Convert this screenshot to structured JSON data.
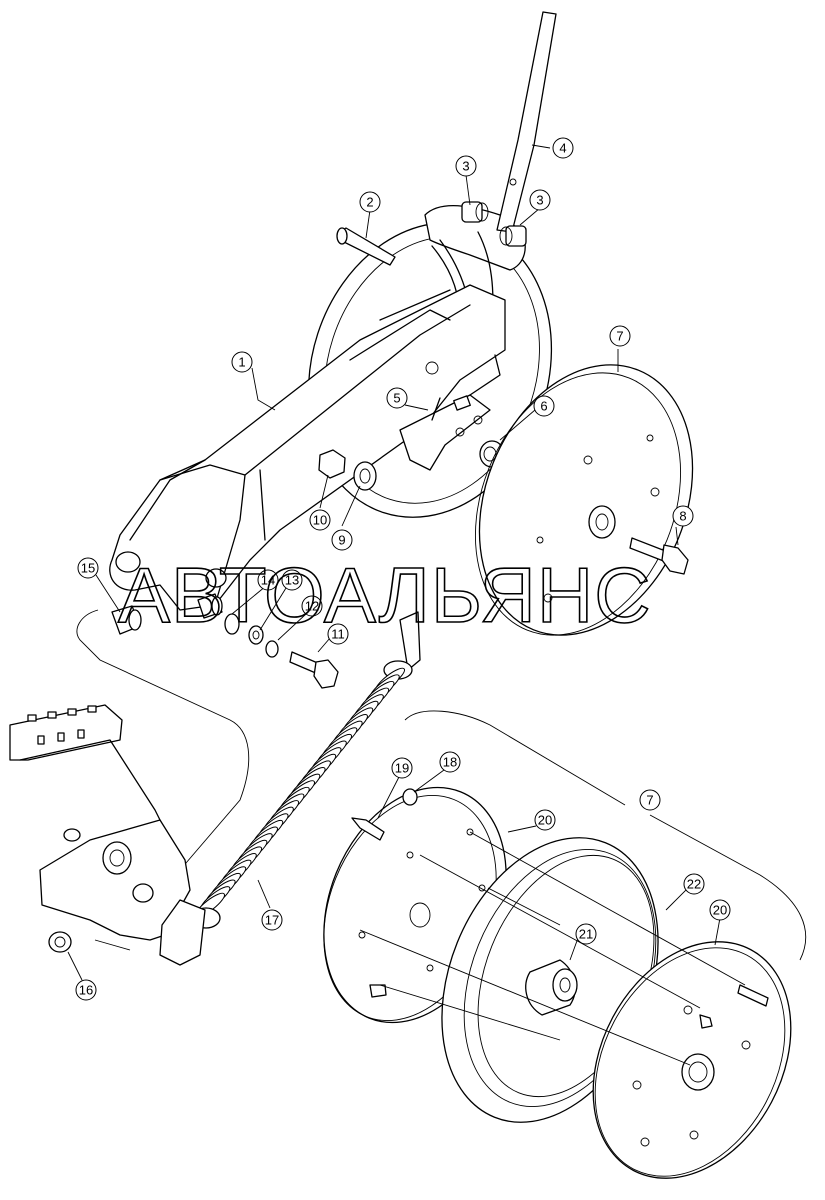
{
  "watermark": "АВТОАЛЬЯНС",
  "callouts": [
    {
      "id": "c1",
      "label": "1"
    },
    {
      "id": "c2",
      "label": "2"
    },
    {
      "id": "c3a",
      "label": "3"
    },
    {
      "id": "c3b",
      "label": "3"
    },
    {
      "id": "c4",
      "label": "4"
    },
    {
      "id": "c5",
      "label": "5"
    },
    {
      "id": "c6",
      "label": "6"
    },
    {
      "id": "c7a",
      "label": "7"
    },
    {
      "id": "c7b",
      "label": "7"
    },
    {
      "id": "c8",
      "label": "8"
    },
    {
      "id": "c9",
      "label": "9"
    },
    {
      "id": "c10",
      "label": "10"
    },
    {
      "id": "c11",
      "label": "11"
    },
    {
      "id": "c12",
      "label": "12"
    },
    {
      "id": "c13",
      "label": "13"
    },
    {
      "id": "c14",
      "label": "14"
    },
    {
      "id": "c15",
      "label": "15"
    },
    {
      "id": "c16",
      "label": "16"
    },
    {
      "id": "c17",
      "label": "17"
    },
    {
      "id": "c18",
      "label": "18"
    },
    {
      "id": "c19",
      "label": "19"
    },
    {
      "id": "c20a",
      "label": "20"
    },
    {
      "id": "c20b",
      "label": "20"
    },
    {
      "id": "c21",
      "label": "21"
    },
    {
      "id": "c22",
      "label": "22"
    }
  ],
  "colors": {
    "line": "#000000",
    "background": "#ffffff"
  }
}
